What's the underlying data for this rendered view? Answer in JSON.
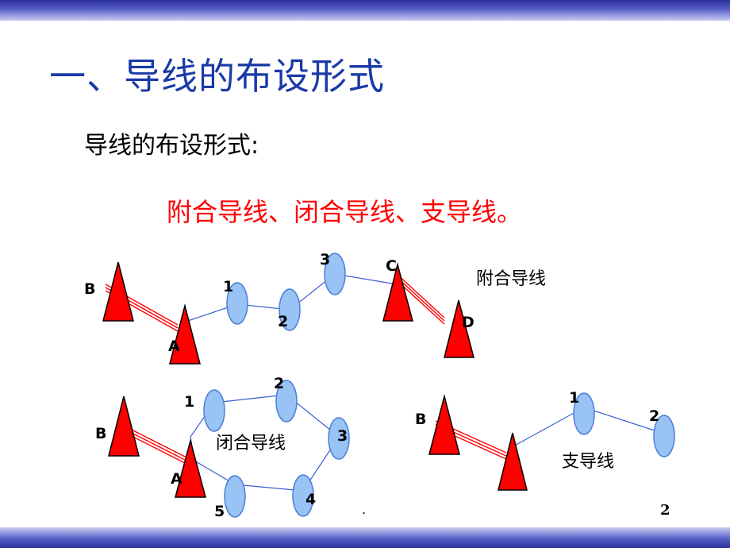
{
  "slide": {
    "title": "一、导线的布设形式",
    "subtitle": "导线的布设形式:",
    "types_line": "附合导线、闭合导线、支导线。",
    "footer_dot": ".",
    "page_number": "2"
  },
  "colors": {
    "title": "#1a3aa8",
    "emphasis": "#ff0000",
    "control_point": "#ff0000",
    "traverse_point_fill": "#99c2f5",
    "traverse_point_stroke": "#4d7fd6",
    "band": "#2a2f9a"
  },
  "diagrams": {
    "connecting": {
      "caption": "附合导线",
      "labels": {
        "B": "B",
        "A": "A",
        "C": "C",
        "D": "D",
        "p1": "1",
        "p2": "2",
        "p3": "3"
      }
    },
    "closed": {
      "caption": "闭合导线",
      "labels": {
        "B": "B",
        "A": "A",
        "p1": "1",
        "p2": "2",
        "p3": "3",
        "p4": "4",
        "p5": "5"
      }
    },
    "open": {
      "caption": "支导线",
      "labels": {
        "B": "B",
        "p1": "1",
        "p2": "2"
      }
    }
  }
}
